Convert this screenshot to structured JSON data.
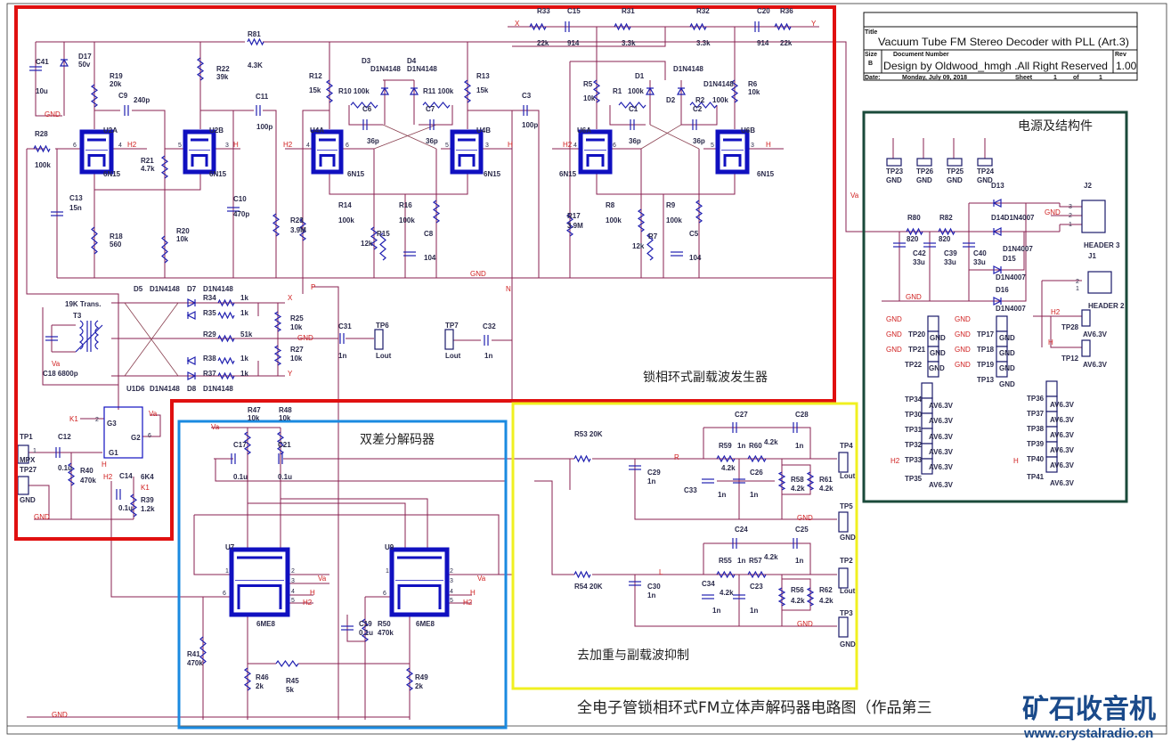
{
  "title_block": {
    "title_label": "Title",
    "title": "Vacuum Tube  FM Stereo Decoder  with PLL (Art.3)",
    "size_label": "Size",
    "size": "B",
    "doc_number_label": "Document Number",
    "doc_number": "Design  by Oldwood_hmgh .All Right Reserved",
    "rev_label": "Rev",
    "rev": "1.00",
    "date_label": "Date:",
    "date": "Monday, July 09, 2018",
    "sheet_label": "Sheet",
    "sheet": "1",
    "of_label": "of",
    "sheets": "1"
  },
  "main_caption": "全电子管锁相环式FM立体声解码器电路图（作品第三",
  "watermark": {
    "logo": "矿石收音机",
    "url": "www.crystalradio.cn"
  },
  "colors": {
    "pll_section": "#e01010",
    "decoder_section": "#1a8ae0",
    "deemphasis_section": "#f0f020",
    "power_section": "#1a4a3a",
    "wire": "#8a2050",
    "tube": "#1010c0",
    "net_label": "#d02020"
  },
  "sections": {
    "pll": {
      "caption": "锁相环式副载波发生器",
      "labels": {
        "c41": "C41",
        "c41v": "10u",
        "gnd1": "GND",
        "d17": "D17",
        "d17v": "50v",
        "r19": "R19",
        "r19v": "20k",
        "r81": "R81",
        "r81v": "4.3K",
        "r22": "R22",
        "r22v": "39k",
        "c9": "C9",
        "c9v": "240p",
        "c11": "C11",
        "c11v": "100p",
        "r28": "R28",
        "r28v": "100k",
        "u2a": "U2A",
        "u2b": "U2B",
        "h2a": "H2",
        "ha": "H",
        "t1": "6N15",
        "t2": "6N15",
        "r21": "R21",
        "r21v": "4.7k",
        "c13": "C13",
        "c13v": "15n",
        "c10": "C10",
        "c10v": "470p",
        "r18": "R18",
        "r18v": "560",
        "r20": "R20",
        "r20v": "10k",
        "r23": "R23",
        "r23v": "3.9M",
        "h2b": "H2",
        "r12": "R12",
        "r12v": "15k",
        "d3": "D3",
        "d3v": "D1N4148",
        "d4": "D4",
        "d4v": "D1N4148",
        "r10": "R10 100k",
        "r11": "R11 100k",
        "c6": "C6",
        "c7": "C7",
        "c6v": "36p",
        "c7v": "36p",
        "r13": "R13",
        "r13v": "15k",
        "c3": "C3",
        "c3v": "100p",
        "u4a": "U4A",
        "u4b": "U4B",
        "t3": "6N15",
        "t4": "6N15",
        "hb": "H",
        "r14": "R14",
        "r14v": "100k",
        "r16": "R16",
        "r16v": "100k",
        "r15": "R15",
        "r15v": "12k",
        "c8": "C8",
        "c8v": "104",
        "gnd2": "GND",
        "p": "P",
        "n": "N",
        "x1": "X",
        "r33": "R33",
        "c15": "C15",
        "r31": "R31",
        "r32": "R32",
        "c20": "C20",
        "r36": "R36",
        "y1": "Y",
        "r33v": "22k",
        "c15v": "914",
        "r31v": "3.3k",
        "r32v": "3.3k",
        "c20v": "914",
        "r36v": "22k",
        "d1": "D1",
        "d1v": "D1N4148",
        "r5": "R5",
        "r5v": "10k",
        "r1": "R1",
        "r1v": "100k",
        "d2": "D2",
        "r2": "R2",
        "r2v": "100k",
        "d2v": "D1N4148",
        "r6": "R6",
        "r6v": "10k",
        "c1": "C1",
        "c2": "C2",
        "u6a": "U6A",
        "u6b": "U6B",
        "h2c": "H2",
        "hc": "H",
        "c1v": "36p",
        "c2v": "36p",
        "t5": "6N15",
        "t6": "6N15",
        "r8": "R8",
        "r8v": "100k",
        "r9": "R9",
        "r9v": "100k",
        "r17": "R17",
        "r17v": "3.9M",
        "r7": "R7",
        "r7v": "12k",
        "c5": "C5",
        "c5v": "104",
        "d5": "D5",
        "d5v": "D1N4148",
        "d7": "D7",
        "d7v": "D1N4148",
        "trans": "19K Trans.",
        "t3x": "T3",
        "r34": "R34",
        "r34v": "1k",
        "r35": "R35",
        "r35v": "1k",
        "x2": "X",
        "r25": "R25",
        "r25v": "10k",
        "gnd3": "GND",
        "r29": "R29",
        "r29v": "51k",
        "r27": "R27",
        "r27v": "10k",
        "r38": "R38",
        "r38v": "1k",
        "r37": "R37",
        "r37v": "1k",
        "y2": "Y",
        "va1": "Va",
        "c18": "C18 6800p",
        "d6": "U1D6",
        "d6v": "D1N4148",
        "d8": "D8",
        "d8v": "D1N4148",
        "c31": "C31",
        "c31v": "1n",
        "tp6": "TP6",
        "tp6v": "Lout",
        "tp7": "TP7",
        "tp7v": "Lout",
        "c32": "C32",
        "c32v": "1n",
        "k1a": "K1",
        "g3": "G3",
        "va2": "Va",
        "g2": "G2",
        "tp1": "TP1",
        "c12": "C12",
        "c12v": "0.1u",
        "g1": "G1",
        "r40": "R40",
        "r40v": "470k",
        "h3": "H",
        "h2d": "H2",
        "c14": "C14",
        "c14x": "6K4",
        "k1b": "K1",
        "mpx": "MPX",
        "tp27": "TP27",
        "tp27v": "GND",
        "c14v": "0.1u",
        "r39": "R39",
        "r39v": "1.2k",
        "gnd4": "GND"
      }
    },
    "decoder": {
      "caption": "双差分解码器",
      "labels": {
        "r47": "R47",
        "r47v": "10k",
        "r48": "R48",
        "r48v": "10k",
        "va1": "Va",
        "c17": "C17",
        "c21": "C21",
        "c17v": "0.1u",
        "c21v": "0.1u",
        "u7": "U7",
        "u9": "U9",
        "va2": "Va",
        "va3": "Va",
        "h1": "H",
        "h2a": "H2",
        "h2": "H",
        "h2b": "H2",
        "t7": "6ME8",
        "t9": "6ME8",
        "c19": "C19",
        "c19v": "0.1u",
        "r50": "R50",
        "r50v": "470k",
        "r41": "R41",
        "r41v": "470k",
        "r46": "R46",
        "r46v": "2k",
        "r45": "R45",
        "r45v": "5k",
        "r49": "R49",
        "r49v": "2k",
        "gnd": "GND"
      }
    },
    "deemphasis": {
      "caption": "去加重与副载波抑制",
      "labels": {
        "r53": "R53 20K",
        "r": "R",
        "c27": "C27",
        "c28": "C28",
        "r59": "R59",
        "r59c": "1n",
        "r60": "R60",
        "r60v": "4.2k",
        "c28v": "1n",
        "tp4": "TP4",
        "r59v": "4.2k",
        "c26": "C26",
        "c29": "C29",
        "c29v": "1n",
        "c33": "C33",
        "c33v": "1n",
        "c26v": "1n",
        "r58": "R58",
        "r58v": "4.2k",
        "r61": "R61",
        "r61v": "4.2k",
        "tp4v": "Lout",
        "tp5": "TP5",
        "gnd1": "GND",
        "tp5v": "GND",
        "c24": "C24",
        "c25": "C25",
        "r55": "R55",
        "r55c": "1n",
        "r57": "R57",
        "r57v": "4.2k",
        "c25v": "1n",
        "tp2": "TP2",
        "l": "L",
        "r54": "R54 20K",
        "c30": "C30",
        "c30v": "1n",
        "c34": "C34",
        "r55v": "4.2k",
        "c23": "C23",
        "c34v": "1n",
        "c23v": "1n",
        "r56": "R56",
        "r56v": "4.2k",
        "r62": "R62",
        "r62v": "4.2k",
        "tp2v": "Lout",
        "tp3": "TP3",
        "gnd2": "GND",
        "tp3v": "GND"
      }
    },
    "power": {
      "caption": "电源及结构件",
      "labels": {
        "va": "Va",
        "tp23": "TP23",
        "tp26": "TP26",
        "tp25": "TP25",
        "tp24": "TP24",
        "g23": "GND",
        "g26": "GND",
        "g25": "GND",
        "g24": "GND",
        "d13": "D13",
        "j2": "J2",
        "r80": "R80",
        "r82": "R82",
        "d14": "D14D1N4007",
        "gndj": "GND",
        "r80v": "820",
        "c42": "C42",
        "c42v": "33u",
        "r82v": "820",
        "c39": "C39",
        "c39v": "33u",
        "c40": "C40",
        "c40v": "33u",
        "d15a": "D1N4007",
        "d15": "D15",
        "hdr3": "HEADER 3",
        "j1": "J1",
        "d15v": "D1N4007",
        "d16": "D16",
        "gndb": "GND",
        "d16v": "D1N4007",
        "hdr2": "HEADER 2",
        "h2": "H2",
        "tp28": "TP28",
        "tp28v": "AV6.3V",
        "h": "H",
        "tp12": "TP12",
        "tp12v": "AV6.3V",
        "ga1": "GND",
        "ga2": "GND",
        "ga3": "GND",
        "tp20": "TP20",
        "tp21": "TP21",
        "tp22": "TP22",
        "gb1": "GND",
        "gb2": "GND",
        "gb3": "GND",
        "gc1": "GND",
        "gc2": "GND",
        "gc3": "GND",
        "gc4": "GND",
        "tp17": "TP17",
        "tp18": "TP18",
        "tp19": "TP19",
        "tp13": "TP13",
        "gd1": "GND",
        "gd2": "GND",
        "gd3": "GND",
        "gd4": "GND",
        "tp34": "TP34",
        "tp30": "TP30",
        "tp31": "TP31",
        "tp32": "TP32",
        "tp33": "TP33",
        "tp35": "TP35",
        "h2b": "H2",
        "av1": "AV6.3V",
        "av2": "AV6.3V",
        "av3": "AV6.3V",
        "av4": "AV6.3V",
        "av5": "AV6.3V",
        "av6": "AV6.3V",
        "tp36": "TP36",
        "tp37": "TP37",
        "tp38": "TP38",
        "tp39": "TP39",
        "tp40": "TP40",
        "tp41": "TP41",
        "hb": "H",
        "aw1": "AV6.3V",
        "aw2": "AV6.3V",
        "aw3": "AV6.3V",
        "aw4": "AV6.3V",
        "aw5": "AV6.3V",
        "aw6": "AV6.3V"
      }
    }
  }
}
